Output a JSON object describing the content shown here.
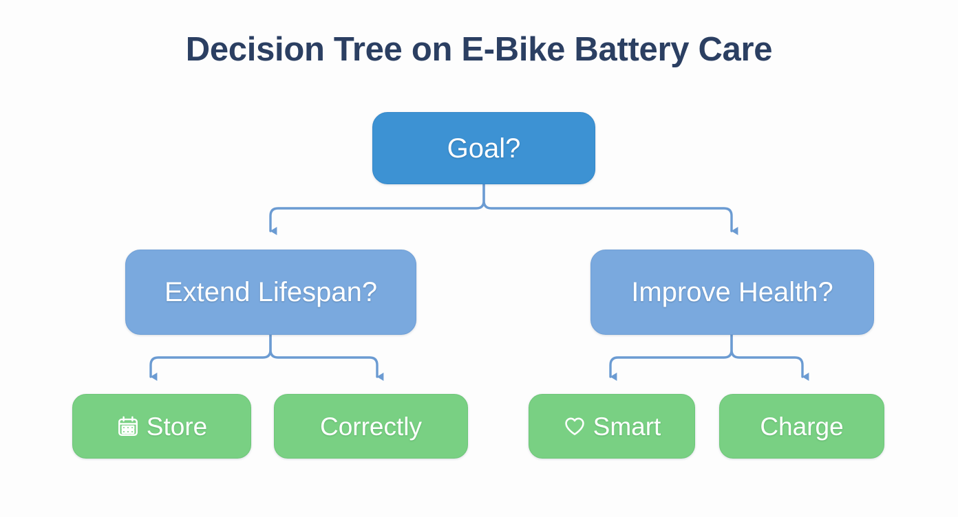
{
  "page": {
    "title": "Decision Tree on E-Bike Battery Care",
    "background_color": "#fdfdfd",
    "title_color": "#2b3f62"
  },
  "palette": {
    "root": "#3d92d3",
    "branch": "#7aa9de",
    "leaf": "#79d083",
    "connector": "#6b9bd2",
    "node_text": "#ffffff"
  },
  "tree": {
    "root": {
      "label": "Goal?",
      "icon": "",
      "level": "root"
    },
    "branches": [
      {
        "label": "Extend Lifespan?",
        "icon": "",
        "level": "branch",
        "children": [
          {
            "label": "Store",
            "icon": "calendar-icon",
            "level": "leaf"
          },
          {
            "label": "Correctly",
            "icon": "",
            "level": "leaf"
          }
        ]
      },
      {
        "label": "Improve Health?",
        "icon": "",
        "level": "branch",
        "children": [
          {
            "label": "Smart",
            "icon": "heart-icon",
            "level": "leaf"
          },
          {
            "label": "Charge",
            "icon": "",
            "level": "leaf"
          }
        ]
      }
    ]
  }
}
